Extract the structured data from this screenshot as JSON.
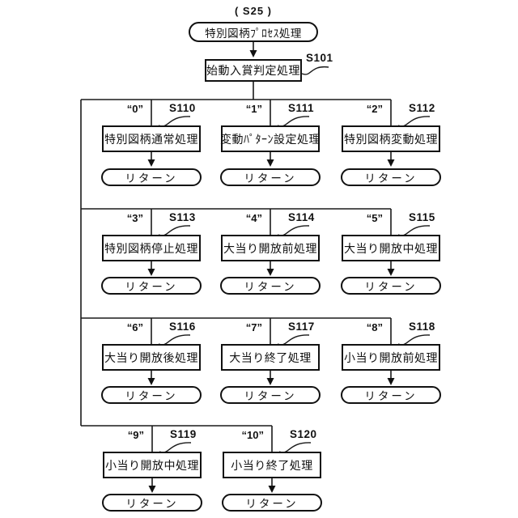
{
  "figure": {
    "reference": "( S25 )",
    "start_node": "特別図柄ﾌﾟﾛｾｽ処理",
    "first_step": {
      "step": "S101",
      "label": "始動入賞判定処理"
    },
    "return_label": "リターン",
    "branches": [
      {
        "case": "“0”",
        "step": "S110",
        "label": "特別図柄通常処理"
      },
      {
        "case": "“1”",
        "step": "S111",
        "label": "変動ﾊﾟﾀｰﾝ設定処理"
      },
      {
        "case": "“2”",
        "step": "S112",
        "label": "特別図柄変動処理"
      },
      {
        "case": "“3”",
        "step": "S113",
        "label": "特別図柄停止処理"
      },
      {
        "case": "“4”",
        "step": "S114",
        "label": "大当り開放前処理"
      },
      {
        "case": "“5”",
        "step": "S115",
        "label": "大当り開放中処理"
      },
      {
        "case": "“6”",
        "step": "S116",
        "label": "大当り開放後処理"
      },
      {
        "case": "“7”",
        "step": "S117",
        "label": "大当り終了処理"
      },
      {
        "case": "“8”",
        "step": "S118",
        "label": "小当り開放前処理"
      },
      {
        "case": "“9”",
        "step": "S119",
        "label": "小当り開放中処理"
      },
      {
        "case": "“10”",
        "step": "S120",
        "label": "小当り終了処理"
      }
    ]
  }
}
